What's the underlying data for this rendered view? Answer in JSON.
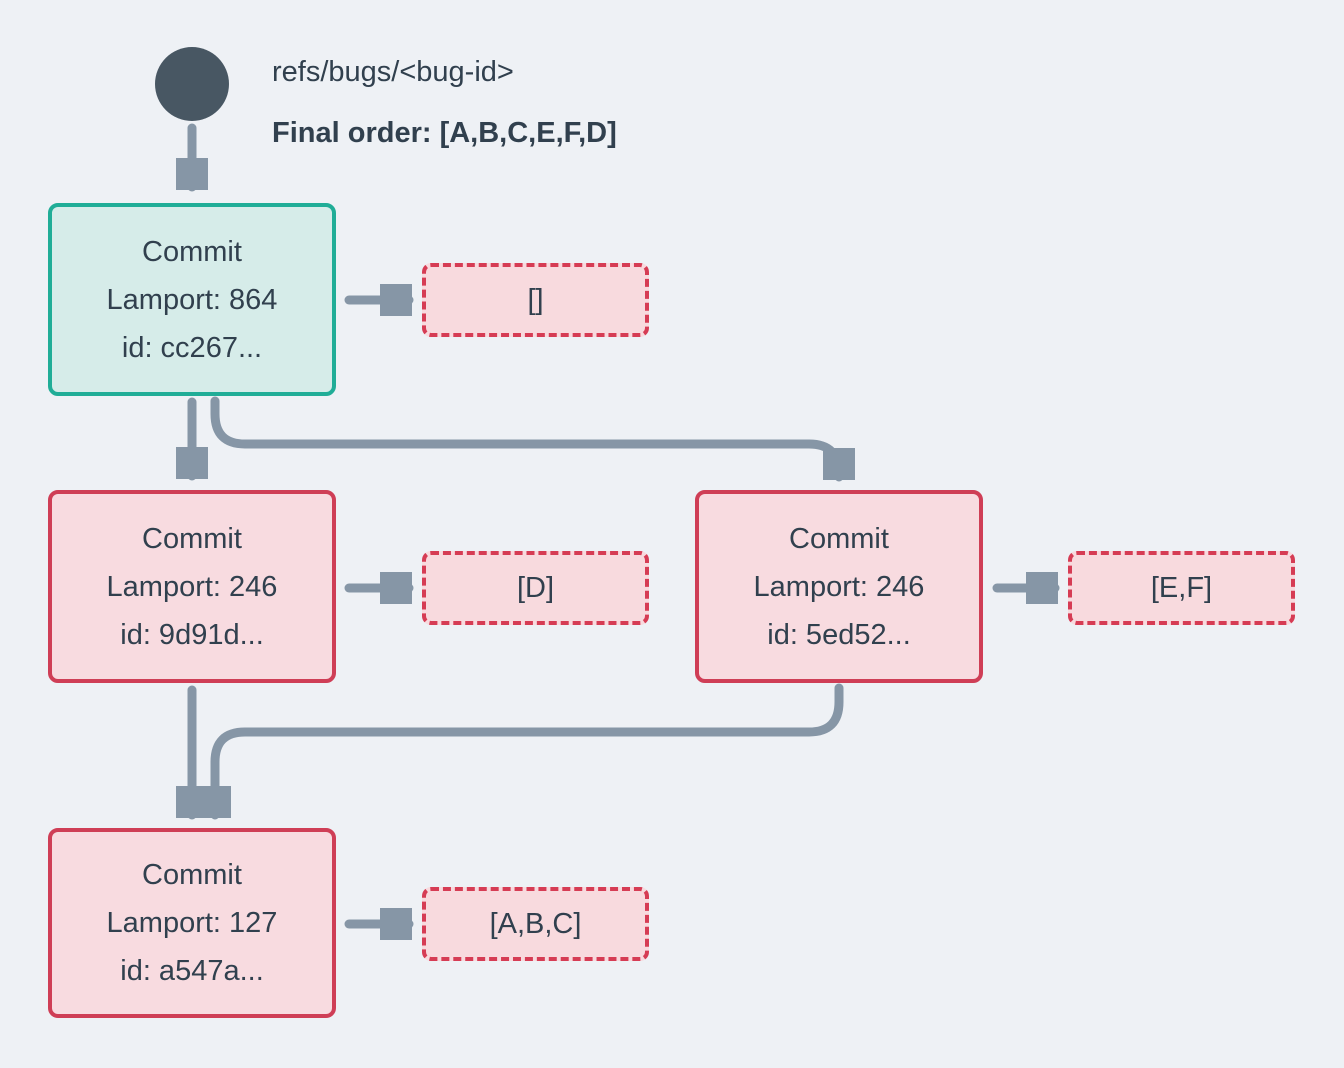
{
  "ref": {
    "name": "refs/bugs/<bug-id>",
    "final_order": "Final order: [A,B,C,E,F,D]"
  },
  "nodes": [
    {
      "title": "Commit",
      "lamport": "Lamport: 864",
      "id_line": "id: cc267...",
      "operations": "[]",
      "role": "head"
    },
    {
      "title": "Commit",
      "lamport": "Lamport: 246",
      "id_line": "id: 9d91d...",
      "operations": "[D]",
      "role": "commit"
    },
    {
      "title": "Commit",
      "lamport": "Lamport: 246",
      "id_line": "id: 5ed52...",
      "operations": "[E,F]",
      "role": "commit"
    },
    {
      "title": "Commit",
      "lamport": "Lamport: 127",
      "id_line": "id: a547a...",
      "operations": "[A,B,C]",
      "role": "commit"
    }
  ],
  "colors": {
    "background": "#eef1f5",
    "text": "#31404e",
    "arrow": "#8696a6",
    "ref_dot": "#485763",
    "head_border": "#20ad97",
    "head_fill": "#d6ece9",
    "commit_border": "#cf3e56",
    "commit_fill": "#f8dbe0",
    "ops_border": "#d63c54",
    "ops_fill": "#f8dade"
  }
}
